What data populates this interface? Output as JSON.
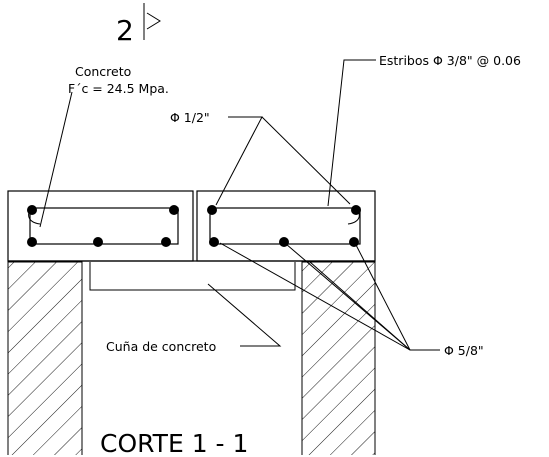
{
  "section_marker": {
    "number": "2"
  },
  "labels": {
    "concrete_line1": "Concreto",
    "concrete_line2": "F´c = 24.5 Mpa.",
    "stirrups": "Estribos Φ 3/8\" @ 0.06",
    "bar_half": "Φ 1/2\"",
    "bar_five_eighths": "Φ 5/8\"",
    "wedge": "Cuña de concreto",
    "section_title": "CORTE 1 - 1"
  }
}
